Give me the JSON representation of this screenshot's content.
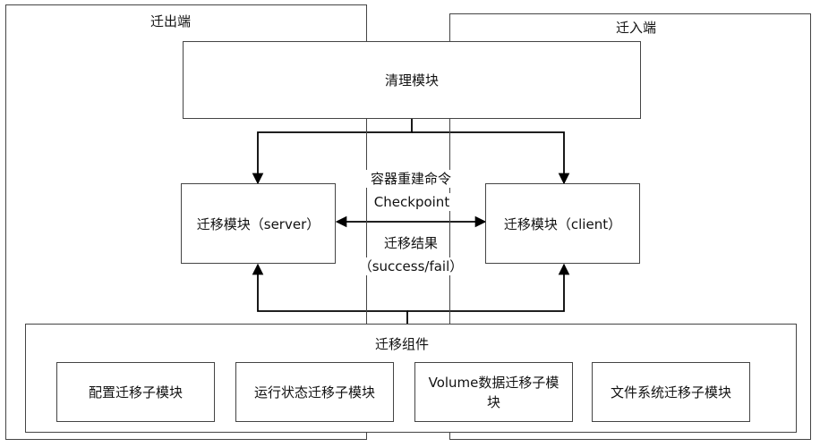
{
  "source_side": {
    "label": "迁出端"
  },
  "target_side": {
    "label": "迁入端"
  },
  "cleanup_module": {
    "label": "清理模块"
  },
  "migration_server": {
    "label": "迁移模块（server）"
  },
  "migration_client": {
    "label": "迁移模块（client）"
  },
  "command": {
    "line1": "容器重建命令",
    "line2": "Checkpoint"
  },
  "result": {
    "line1": "迁移结果",
    "line2": "（success/fail）"
  },
  "components": {
    "title": "迁移组件",
    "items": [
      {
        "label": "配置迁移子模块"
      },
      {
        "label": "运行状态迁移子模块"
      },
      {
        "label": "Volume数据迁移子模块"
      },
      {
        "label": "文件系统迁移子模块"
      }
    ]
  }
}
